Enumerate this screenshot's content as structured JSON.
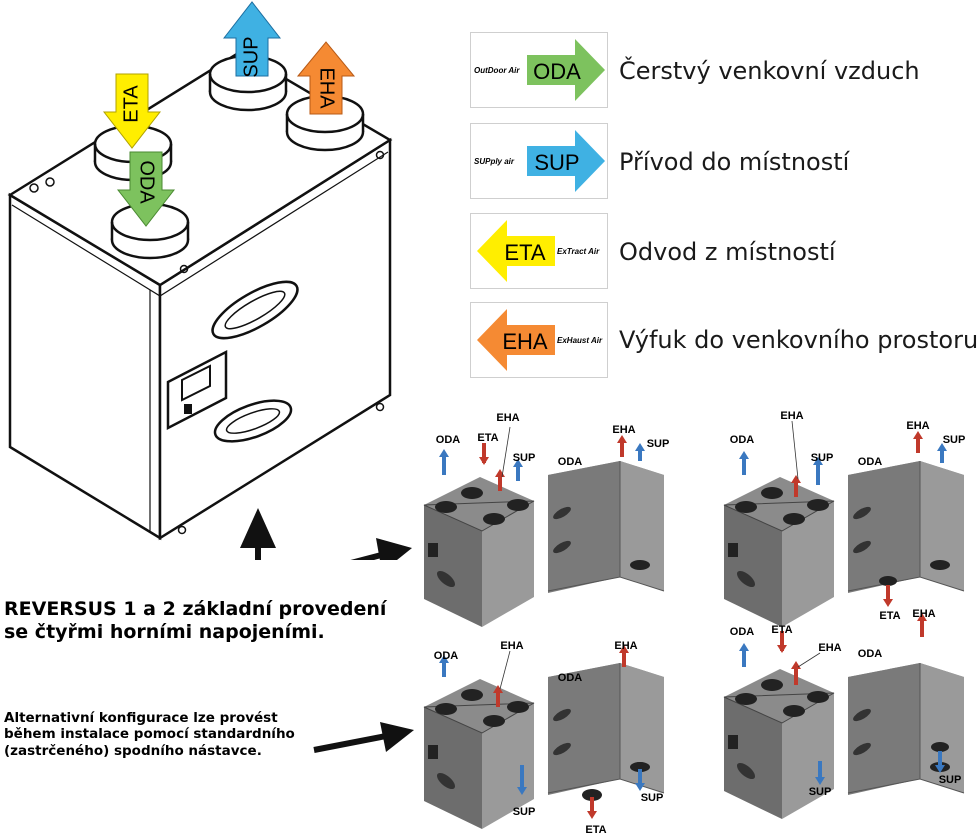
{
  "legend": [
    {
      "code": "ODA",
      "small": "OutDoor Air",
      "desc": "Čerstvý venkovní vzduch",
      "color": "#7dc25e"
    },
    {
      "code": "SUP",
      "small": "SUPply air",
      "desc": "Přívod do místností",
      "color": "#3fb1e3"
    },
    {
      "code": "ETA",
      "small": "ExTract Air",
      "desc": "Odvod z místností",
      "color": "#ffee00"
    },
    {
      "code": "EHA",
      "small": "ExHaust Air",
      "desc": "Výfuk do venkovního prostoru",
      "color": "#f58a33"
    }
  ],
  "main_unit_arrows": {
    "sup": "SUP",
    "eha": "EHA",
    "eta": "ETA",
    "oda": "ODA"
  },
  "caption_main": "REVERSUS 1 a 2 základní provedení se čtyřmi horními napojeními.",
  "caption_alt": "Alternativní konfigurace lze provést během instalace pomocí standardního (zastrčeného) spodního nástavce.",
  "configs": {
    "c1": {
      "a": "ODA",
      "b": "ETA",
      "c": "EHA",
      "d": "SUP",
      "e": "ODA",
      "f": "EHA",
      "g": "SUP"
    },
    "c2": {
      "a": "ODA",
      "b": "EHA",
      "c": "SUP",
      "d": "ODA",
      "e": "EHA",
      "f": "SUP",
      "g": "ETA"
    },
    "c3": {
      "a": "ODA",
      "b": "EHA",
      "c": "SUP",
      "d": "ODA",
      "e": "EHA",
      "f": "SUP",
      "g": "ETA"
    },
    "c4": {
      "a": "ODA",
      "b": "ETA",
      "c": "EHA",
      "d": "ODA",
      "e": "EHA",
      "f": "SUP",
      "g": "SUP"
    }
  },
  "colors": {
    "supply": "#3a78c0",
    "extract": "#c0392b",
    "unit_grey": "#7a7a7a"
  }
}
